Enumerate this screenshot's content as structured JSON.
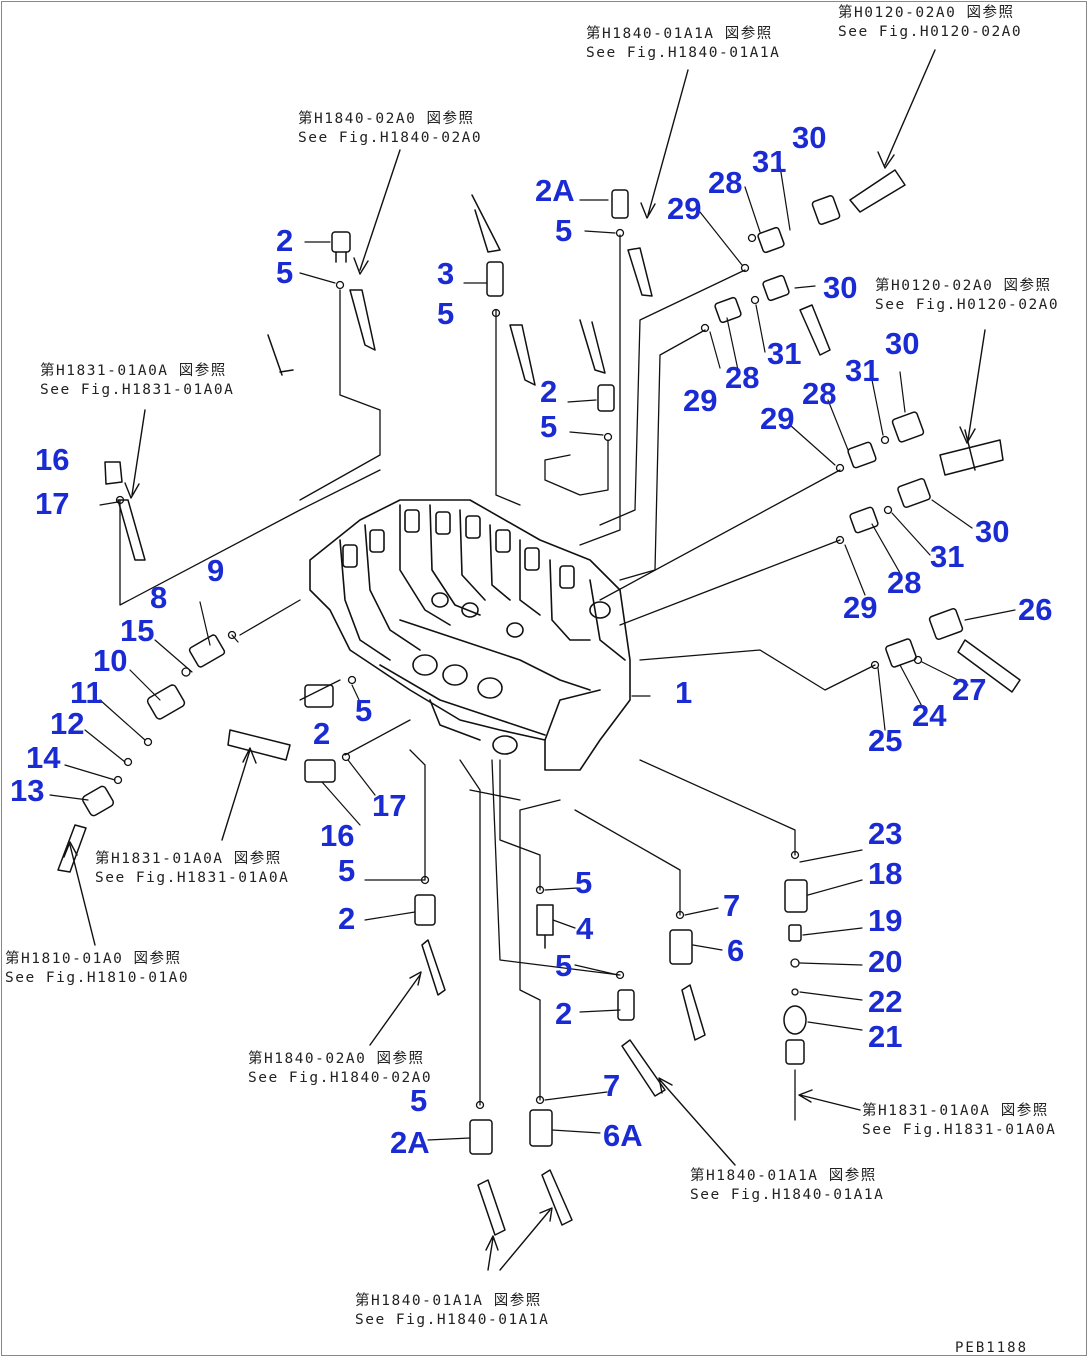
{
  "figure_code": "PEB1188",
  "callouts": [
    "1",
    "2",
    "2",
    "2",
    "2",
    "2",
    "2A",
    "2A",
    "3",
    "4",
    "5",
    "5",
    "5",
    "5",
    "5",
    "5",
    "5",
    "5",
    "5",
    "6",
    "6A",
    "7",
    "7",
    "8",
    "9",
    "10",
    "11",
    "12",
    "13",
    "14",
    "15",
    "16",
    "16",
    "17",
    "17",
    "18",
    "19",
    "20",
    "21",
    "22",
    "23",
    "24",
    "25",
    "26",
    "27",
    "28",
    "28",
    "28",
    "28",
    "29",
    "29",
    "29",
    "29",
    "30",
    "30",
    "30",
    "30",
    "31",
    "31",
    "31",
    "31"
  ],
  "refs": [
    {
      "jp": "第H0120-02A0 図参照",
      "en": "See Fig.H0120-02A0"
    },
    {
      "jp": "第H1840-01A1A 図参照",
      "en": "See Fig.H1840-01A1A"
    },
    {
      "jp": "第H1840-02A0 図参照",
      "en": "See Fig.H1840-02A0"
    },
    {
      "jp": "第H0120-02A0 図参照",
      "en": "See Fig.H0120-02A0"
    },
    {
      "jp": "第H1831-01A0A 図参照",
      "en": "See Fig.H1831-01A0A"
    },
    {
      "jp": "第H1831-01A0A 図参照",
      "en": "See Fig.H1831-01A0A"
    },
    {
      "jp": "第H1810-01A0 図参照",
      "en": "See Fig.H1810-01A0"
    },
    {
      "jp": "第H1840-02A0 図参照",
      "en": "See Fig.H1840-02A0"
    },
    {
      "jp": "第H1831-01A0A 図参照",
      "en": "See Fig.H1831-01A0A"
    },
    {
      "jp": "第H1840-01A1A 図参照",
      "en": "See Fig.H1840-01A1A"
    },
    {
      "jp": "第H1840-01A1A 図参照",
      "en": "See Fig.H1840-01A1A"
    }
  ]
}
